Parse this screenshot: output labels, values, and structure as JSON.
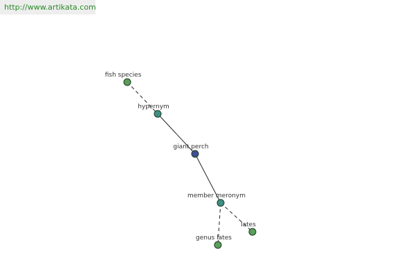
{
  "banner": {
    "url": "http://www.artikata.com"
  },
  "colors": {
    "green_node": "#5a9e5a",
    "teal_node": "#3f8f86",
    "blue_node": "#3f4f96",
    "edge": "#222222",
    "label": "#333333",
    "banner_bg": "#eeeeee",
    "banner_text": "#2a8a2a"
  },
  "diagram": {
    "nodes": [
      {
        "id": "fish-species",
        "label": "fish species",
        "kind": "green"
      },
      {
        "id": "hypernym",
        "label": "hypernym",
        "kind": "teal"
      },
      {
        "id": "giant-perch",
        "label": "giant perch",
        "kind": "blue"
      },
      {
        "id": "member-meronym",
        "label": "member meronym",
        "kind": "teal"
      },
      {
        "id": "lates",
        "label": "lates",
        "kind": "green"
      },
      {
        "id": "genus-lates",
        "label": "genus lates",
        "kind": "green"
      }
    ],
    "edges": [
      {
        "from": "fish-species",
        "to": "hypernym",
        "style": "dashed"
      },
      {
        "from": "hypernym",
        "to": "giant-perch",
        "style": "solid"
      },
      {
        "from": "giant-perch",
        "to": "member-meronym",
        "style": "solid"
      },
      {
        "from": "member-meronym",
        "to": "lates",
        "style": "dashed"
      },
      {
        "from": "member-meronym",
        "to": "genus-lates",
        "style": "dashed"
      }
    ]
  }
}
